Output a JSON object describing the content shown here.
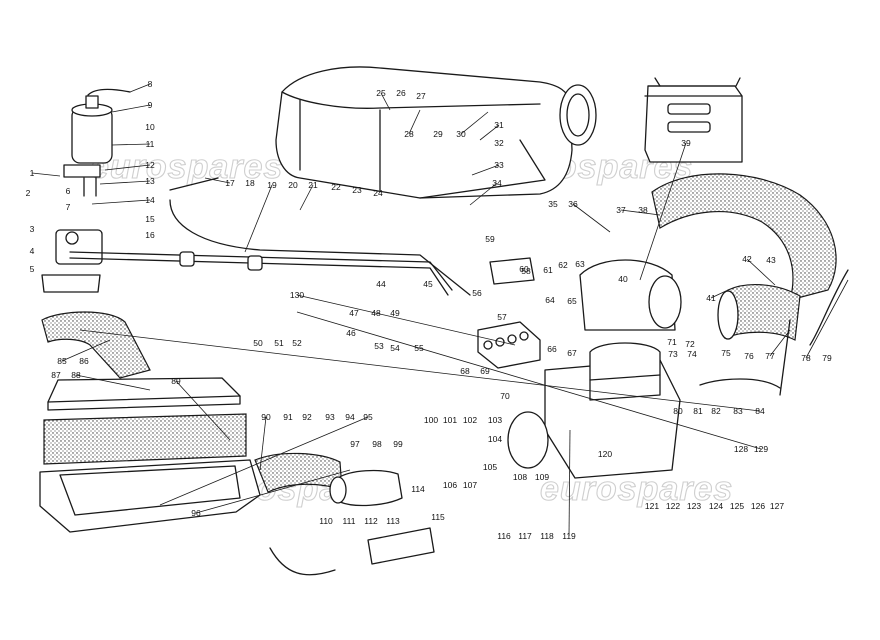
{
  "watermark": {
    "text": "eurospares"
  },
  "callouts": [
    "1",
    "2",
    "3",
    "4",
    "5",
    "6",
    "7",
    "8",
    "9",
    "10",
    "11",
    "12",
    "13",
    "14",
    "15",
    "16",
    "17",
    "18",
    "19",
    "20",
    "21",
    "22",
    "23",
    "24",
    "25",
    "26",
    "27",
    "28",
    "29",
    "30",
    "31",
    "32",
    "33",
    "34",
    "35",
    "36",
    "37",
    "38",
    "39",
    "40",
    "41",
    "42",
    "43",
    "44",
    "45",
    "46",
    "47",
    "48",
    "49",
    "50",
    "51",
    "52",
    "53",
    "54",
    "55",
    "56",
    "57",
    "58",
    "59",
    "60",
    "61",
    "62",
    "63",
    "64",
    "65",
    "66",
    "67",
    "68",
    "69",
    "70",
    "71",
    "72",
    "73",
    "74",
    "75",
    "76",
    "77",
    "78",
    "79",
    "80",
    "81",
    "82",
    "83",
    "84",
    "85",
    "86",
    "87",
    "88",
    "89",
    "90",
    "91",
    "92",
    "93",
    "94",
    "95",
    "96",
    "97",
    "98",
    "99",
    "100",
    "101",
    "102",
    "103",
    "104",
    "105",
    "106",
    "107",
    "108",
    "109",
    "110",
    "111",
    "112",
    "113",
    "114",
    "115",
    "116",
    "117",
    "118",
    "119",
    "120",
    "121",
    "122",
    "123",
    "124",
    "125",
    "126",
    "127",
    "128",
    "129",
    "130"
  ]
}
